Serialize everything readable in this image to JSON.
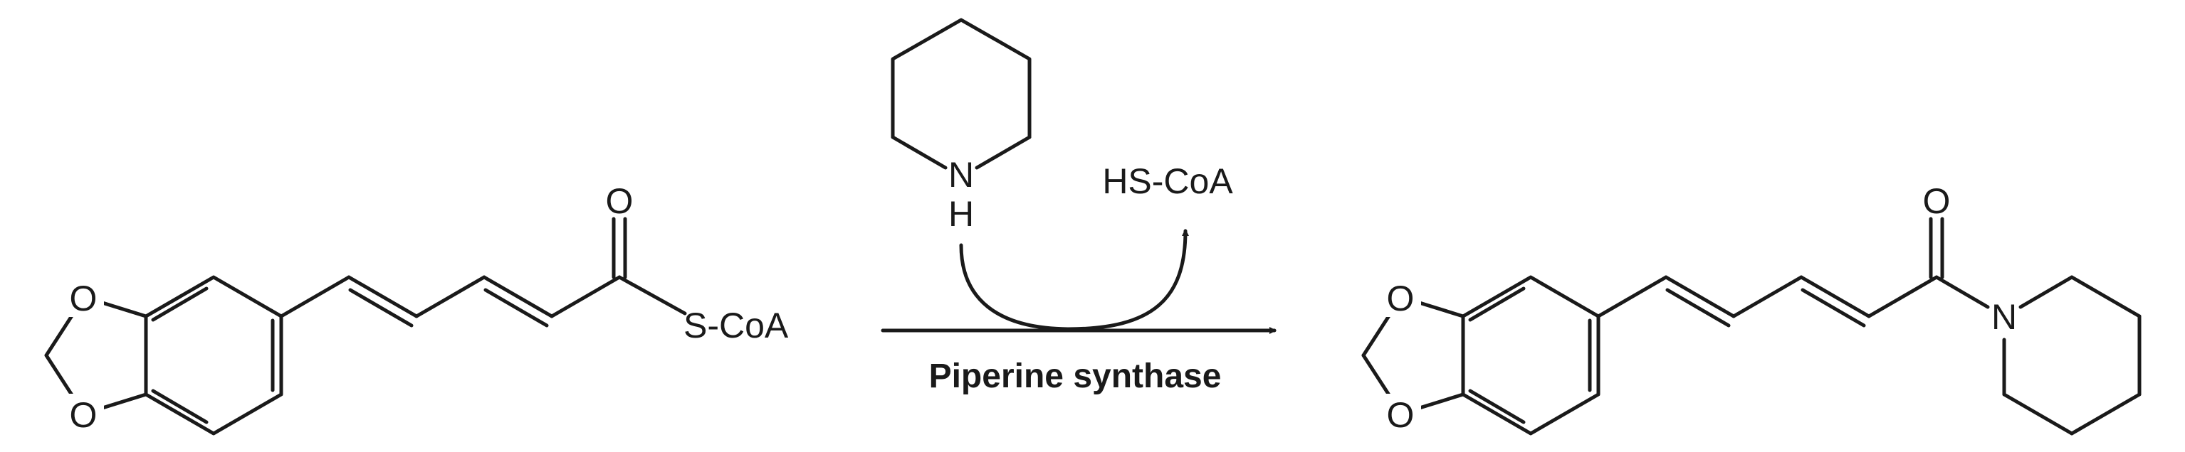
{
  "substrate": {
    "atom_o1": "O",
    "atom_o2": "O",
    "atom_carbonyl_o": "O",
    "thioester_group": "S-CoA"
  },
  "cosubstrate": {
    "atom_n": "N",
    "atom_h": "H"
  },
  "coproduct": {
    "label": "HS-CoA"
  },
  "enzyme": {
    "label": "Piperine synthase"
  },
  "product": {
    "atom_o1": "O",
    "atom_o2": "O",
    "atom_carbonyl_o": "O",
    "atom_n": "N"
  }
}
